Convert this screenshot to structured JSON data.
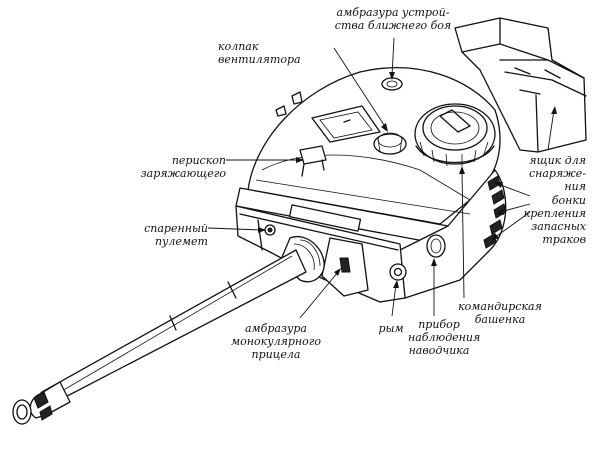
{
  "colors": {
    "ink": "#111111",
    "paper": "#ffffff"
  },
  "labels": {
    "close_defense_port": "амбразура устрой-\nства ближнего боя",
    "vent_cap": "колпак вентилятора",
    "loader_periscope": "перископ заряжающего",
    "coaxial_mg": "спаренный пулемет",
    "monocular_sight_port": "амбразура\nмонокулярного\nприцела",
    "eye_bolt": "рым",
    "gunner_sight": "прибор\nнаблюдения\nнаводчика",
    "commander_cupola": "командирская\nбашенка",
    "stowage_box": "ящик для\nснаряже-\nния",
    "spare_track_mounts": "бонки\nкрепления\nзапасных\nтраков"
  }
}
